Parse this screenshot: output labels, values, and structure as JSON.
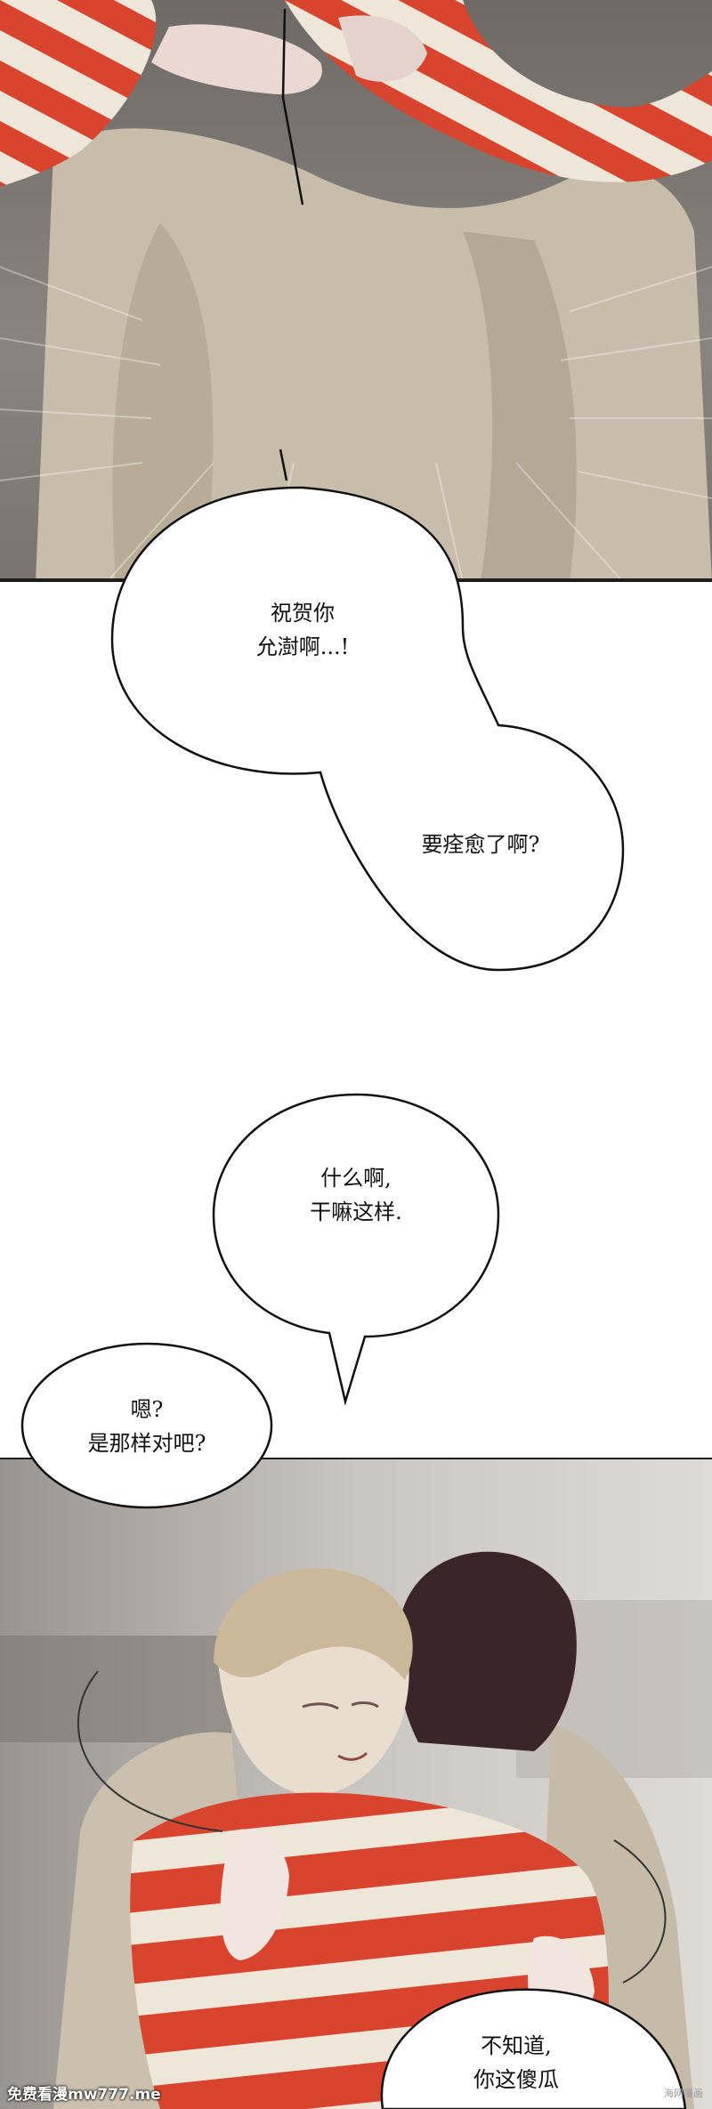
{
  "dialogue": {
    "bubble_1": {
      "line_1": "祝贺你",
      "line_2": "允澍啊...!"
    },
    "bubble_2": {
      "line_1": "要痊愈了啊?"
    },
    "bubble_3": {
      "line_1": "什么啊,",
      "line_2": "干嘛这样."
    },
    "bubble_4": {
      "line_1": "嗯?",
      "line_2": "是那样对吧?"
    },
    "bubble_5": {
      "line_1": "不知道,",
      "line_2": "你这傻瓜"
    }
  },
  "watermarks": {
    "left": "免费看漫mw777.me",
    "right": "海网漫画"
  },
  "colors": {
    "stripe_red": "#d9442e",
    "stripe_cream": "#efe6da",
    "bubble_outline": "#111111"
  }
}
